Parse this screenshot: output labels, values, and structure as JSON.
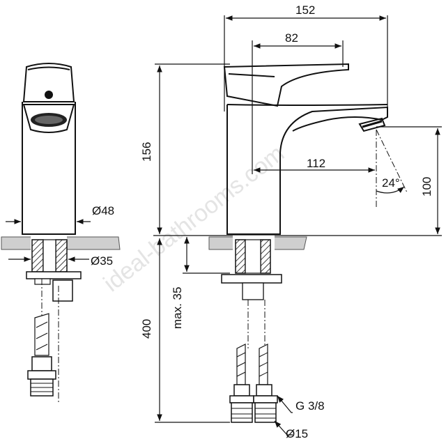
{
  "watermark": "ideal-bathrooms.com",
  "dimensions": {
    "width_total": "152",
    "handle_offset": "82",
    "height_total": "156",
    "spout_reach": "112",
    "spout_height": "100",
    "spout_angle": "24°",
    "body_diameter": "Ø48",
    "hole_diameter": "Ø35",
    "max_deck": "max. 35",
    "hose_length": "400",
    "thread": "G 3/8",
    "hose_diameter": "Ø15"
  }
}
